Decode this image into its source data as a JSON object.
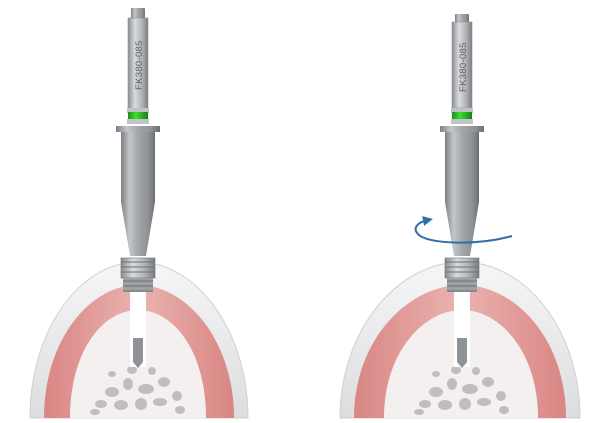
{
  "panels": [
    {
      "id": "left",
      "tool_label": "FK380-085",
      "rotation_arrow": false
    },
    {
      "id": "right",
      "tool_label": "FK380-085",
      "rotation_arrow": true
    }
  ],
  "colors": {
    "bone_outer": "#e9eaeb",
    "cortical": "#e3a4a2",
    "cortical_dark": "#c97a78",
    "cancellous": "#f3efee",
    "tool_metal": "#a9acaf",
    "tool_dark": "#7b7e82",
    "band_green": "#27c01c",
    "arrow_blue": "#2f6fa7"
  },
  "icons": {
    "rotation": "rotate-clockwise-arrow-icon"
  }
}
